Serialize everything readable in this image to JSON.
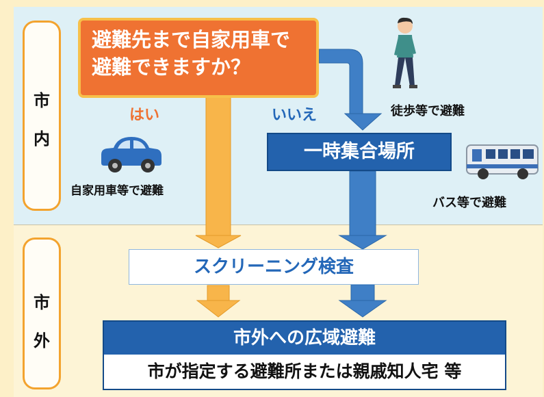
{
  "zones": {
    "inside": {
      "label_top": "市",
      "label_bottom": "内"
    },
    "outside": {
      "label_top": "市",
      "label_bottom": "外"
    }
  },
  "question": {
    "line1": "避難先まで自家用車で",
    "line2": "避難できますか？"
  },
  "answers": {
    "yes": "はい",
    "no": "いいえ"
  },
  "methods": {
    "car": "自家用車等で避難",
    "walk": "徒歩等で避難",
    "bus": "バス等で避難"
  },
  "assembly_point": "一時集合場所",
  "screening": "スクリーニング検査",
  "outside_evacuation": {
    "title": "市外への広域避難",
    "detail": "市が指定する避難所または親戚知人宅 等"
  },
  "colors": {
    "question_fill": "#ef7232",
    "question_border": "#f7c04a",
    "yes_text": "#ef7232",
    "no_text": "#2367b8",
    "yes_arrow": "#f8b54a",
    "no_arrow": "#3f7fc6",
    "box_blue": "#2362ad",
    "inside_bg": "#def0f6",
    "outside_bg": "#fdf4d6"
  },
  "icons": [
    "car-icon",
    "walking-person-icon",
    "bus-icon"
  ]
}
